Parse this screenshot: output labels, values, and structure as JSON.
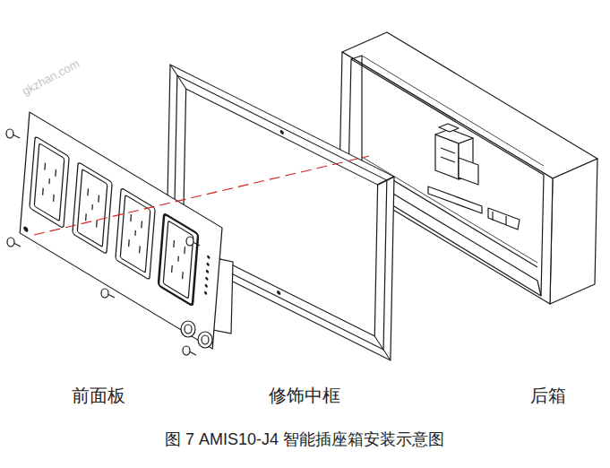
{
  "diagram": {
    "caption": "图 7 AMIS10-J4 智能插座箱安装示意图",
    "labels": [
      "前面板",
      "修饰中框",
      "后箱",
      "gkzhan.com"
    ]
  }
}
